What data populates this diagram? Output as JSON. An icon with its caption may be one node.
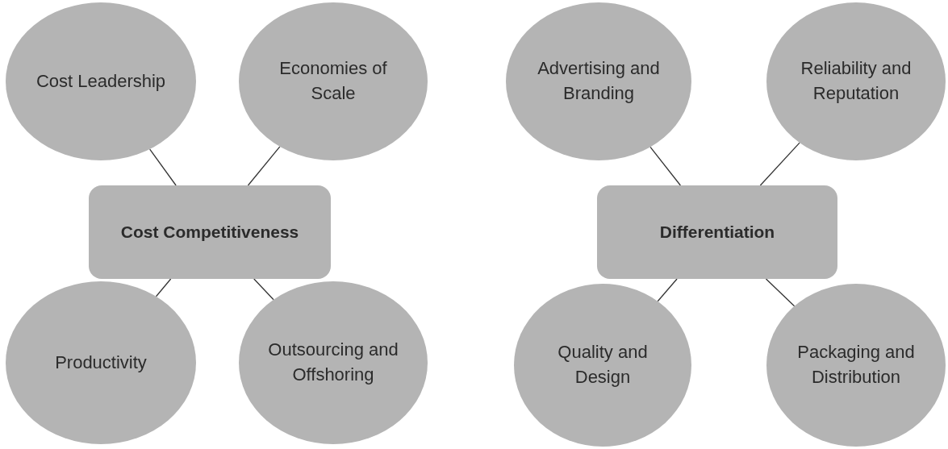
{
  "diagram": {
    "nodes": [
      {
        "text": [
          "Cost Leadership"
        ]
      },
      {
        "text": [
          "Economies of Scale"
        ]
      },
      {
        "text": [
          "Advertising and Branding"
        ]
      },
      {
        "text": [
          "Reliability and Reputation"
        ]
      },
      {
        "text": [
          "Cost Competitiveness"
        ]
      },
      {
        "text": [
          "Differentiation"
        ]
      },
      {
        "text": [
          "Productivity"
        ]
      },
      {
        "text": [
          "Outsourcing and Offshoring"
        ]
      },
      {
        "text": [
          "Quality and Design"
        ]
      },
      {
        "text": [
          "Packaging and Distribution"
        ]
      }
    ],
    "edges": [
      {
        "from": 4,
        "to": 0,
        "arrow": "none"
      },
      {
        "from": 4,
        "to": 1,
        "arrow": "none"
      },
      {
        "from": 4,
        "to": 6,
        "arrow": "none"
      },
      {
        "from": 4,
        "to": 7,
        "arrow": "none"
      },
      {
        "from": 5,
        "to": 2,
        "arrow": "none"
      },
      {
        "from": 5,
        "to": 3,
        "arrow": "none"
      },
      {
        "from": 5,
        "to": 8,
        "arrow": "none"
      },
      {
        "from": 5,
        "to": 9,
        "arrow": "none"
      }
    ]
  }
}
